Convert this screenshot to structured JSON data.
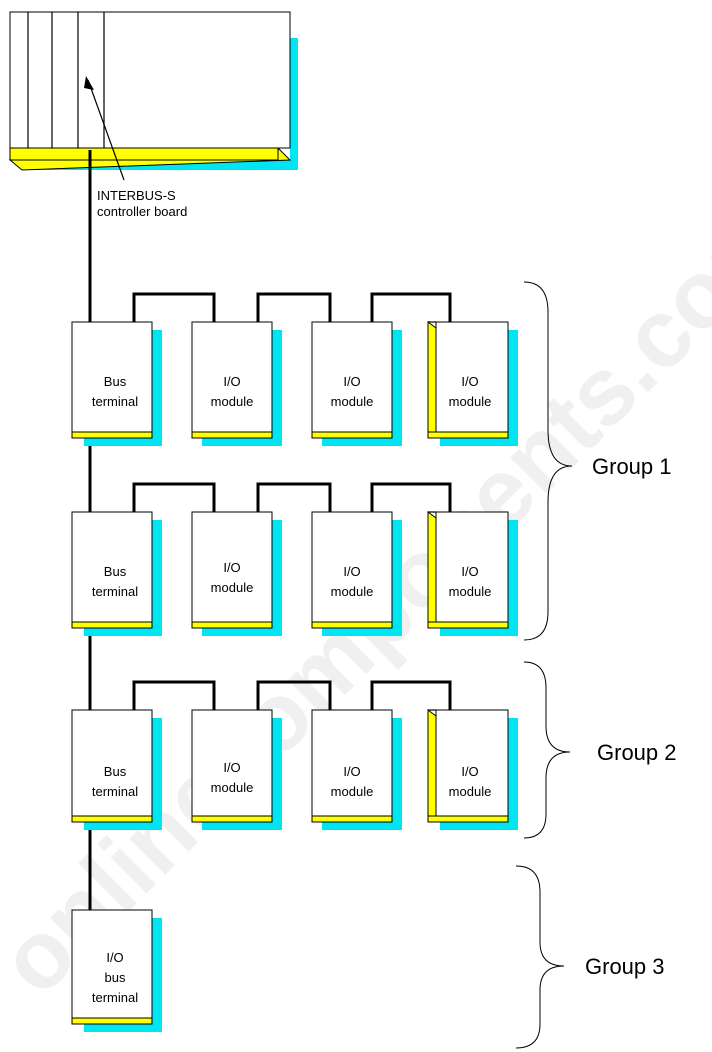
{
  "watermark": "onlinecomponents.com",
  "controller": {
    "label_line1": "INTERBUS-S",
    "label_line2": "controller board"
  },
  "rows": [
    {
      "bus": [
        "Bus",
        "terminal"
      ],
      "modules": [
        [
          "I/O",
          "module"
        ],
        [
          "I/O",
          "module"
        ],
        [
          "I/O",
          "module"
        ]
      ]
    },
    {
      "bus": [
        "Bus",
        "terminal"
      ],
      "modules": [
        [
          "I/O",
          "module"
        ],
        [
          "I/O",
          "module"
        ],
        [
          "I/O",
          "module"
        ]
      ]
    },
    {
      "bus": [
        "Bus",
        "terminal"
      ],
      "modules": [
        [
          "I/O",
          "module"
        ],
        [
          "I/O",
          "module"
        ],
        [
          "I/O",
          "module"
        ]
      ]
    }
  ],
  "io_bus_terminal": [
    "I/O",
    "bus",
    "terminal"
  ],
  "groups": {
    "group1": "Group 1",
    "group2": "Group 2",
    "group3": "Group 3"
  },
  "colors": {
    "shadow": "#00e5f2",
    "base": "#ffff00"
  }
}
